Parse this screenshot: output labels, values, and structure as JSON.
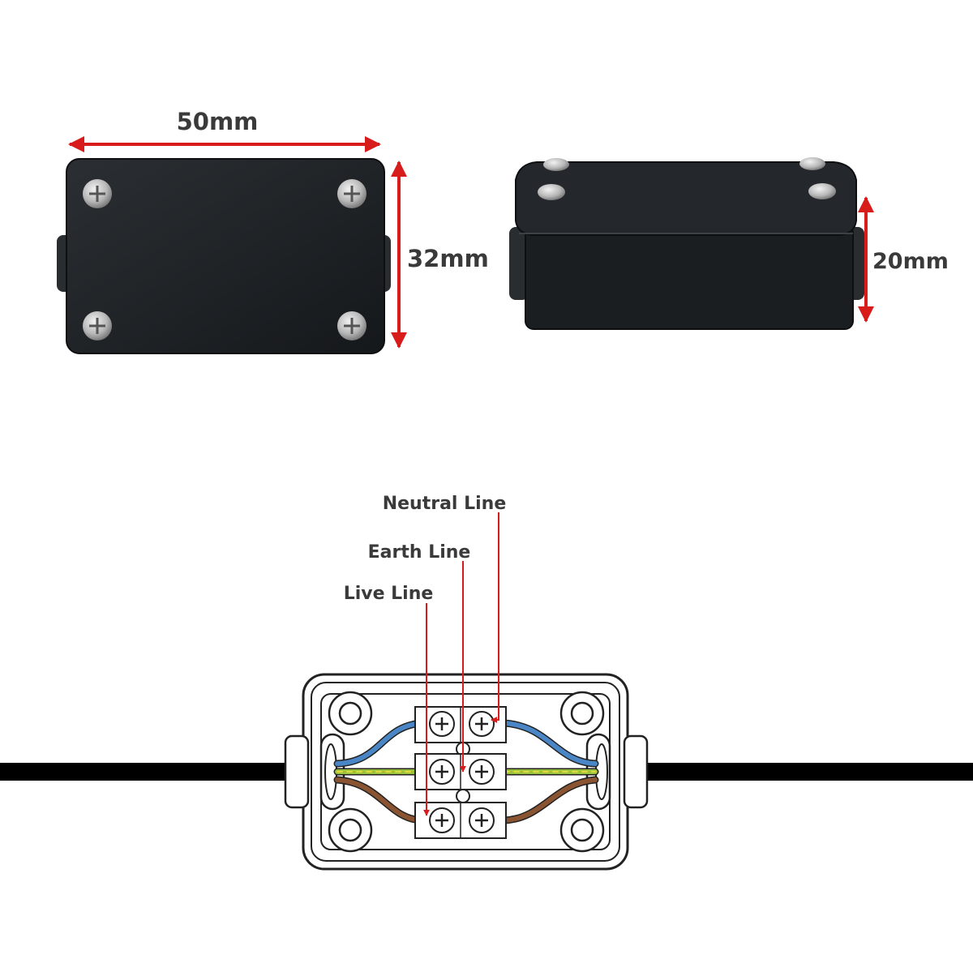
{
  "dimensions": {
    "width_label": "50mm",
    "height_label": "32mm",
    "depth_label": "20mm"
  },
  "wiring": {
    "neutral_label": "Neutral Line",
    "earth_label": "Earth Line",
    "live_label": "Live Line"
  },
  "colors": {
    "dimension_arrow": "#d81c1c",
    "label_text": "#3a3a3a",
    "enclosure_body": "#1c1f22",
    "neutral_wire": "#4a86c5",
    "earth_wire": "#9cc33c",
    "live_wire": "#8a5432",
    "cable": "#000000"
  }
}
